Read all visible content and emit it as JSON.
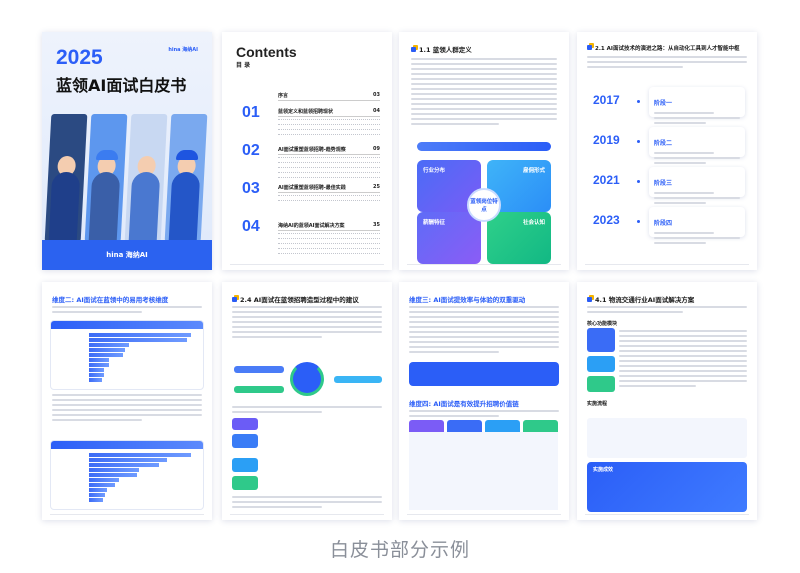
{
  "cover": {
    "year": "2025",
    "title": "蓝领AI面试白皮书",
    "brand": "hina 海纳AI"
  },
  "contents": {
    "title": "Contents",
    "subtitle": "目 录",
    "preface": {
      "label": "序言",
      "page": "03"
    },
    "sections": [
      {
        "num": "01",
        "title": "蓝领定义和蓝领招聘现状",
        "page": "04"
      },
      {
        "num": "02",
        "title": "AI面试重塑蓝领招聘-趋势观察",
        "page": "09"
      },
      {
        "num": "03",
        "title": "AI面试重塑蓝领招聘-最佳实践",
        "page": "25"
      },
      {
        "num": "04",
        "title": "海纳AI的蓝领AI面试解决方案",
        "page": "35"
      }
    ]
  },
  "page3": {
    "heading": "1.1 蓝领人群定义",
    "center": "蓝领岗位特点",
    "quads": [
      "行业分布",
      "雇佣形式",
      "薪酬特征",
      "社会认知"
    ]
  },
  "page4": {
    "heading": "2.1 AI面试技术的演进之路：从自动化工具到人才智能中枢",
    "years": [
      "2017",
      "2019",
      "2021",
      "2023"
    ],
    "stages": [
      "阶段一",
      "阶段二",
      "阶段三",
      "阶段四"
    ]
  },
  "page5": {
    "heading": "维度二: AI面试在蓝领中的易用考核维度"
  },
  "page6": {
    "heading": "2.4 AI面试在蓝领招聘造型过程中的建议"
  },
  "page7": {
    "heading1": "维度三: AI面试提效率与体验的双重驱动",
    "heading2": "维度四: AI面试是有效提升招聘价值链"
  },
  "page8": {
    "heading": "4.1 物流交通行业AI面试解决方案",
    "sub1": "核心功能模块",
    "sub2": "实施流程",
    "sub3": "实施成效"
  },
  "caption": "白皮书部分示例",
  "colors": {
    "accent": "#2b5ef7",
    "caption": "#8a8f99"
  }
}
